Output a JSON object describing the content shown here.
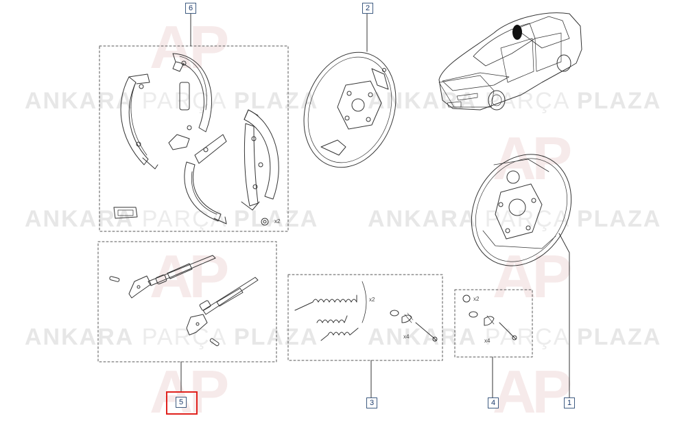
{
  "watermark": {
    "brand_bold": "ANKARA",
    "brand_light": "PARÇA",
    "brand_tail": "PLAZA",
    "logo_text": "AP"
  },
  "colors": {
    "line": "#333333",
    "callout_border": "#3d5a80",
    "callout_text": "#1b3a6b",
    "highlight": "#e0201c",
    "watermark_text": "#e7e7e7",
    "watermark_logo": "#f6eaea"
  },
  "callouts": {
    "part1": "1",
    "part2": "2",
    "part3": "3",
    "part4": "4",
    "part5": "5",
    "part6": "6"
  },
  "selected_part": "5",
  "quantities": {
    "shoe_clip": "x2",
    "springs": "x2",
    "pins_3": "x4",
    "cap_4": "x2",
    "pins_4": "x4"
  }
}
